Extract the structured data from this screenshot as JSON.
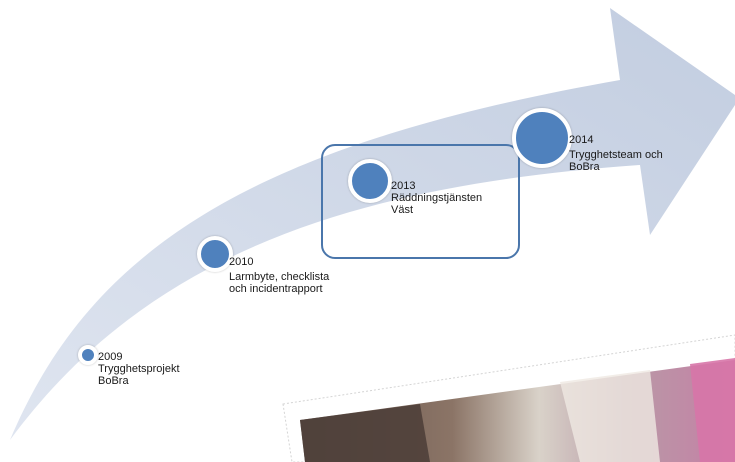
{
  "colors": {
    "arrow": "#c5d0e3",
    "milestone": "#4f81bd",
    "highlight_border": "#4a76ab"
  },
  "milestones": [
    {
      "year": "2009",
      "lines": [
        "Trygghetsprojekt",
        "BoBra"
      ]
    },
    {
      "year": "2010",
      "lines": [
        "Larmbyte, checklista",
        "och incidentrapport"
      ]
    },
    {
      "year": "2013",
      "lines": [
        "Räddningstjänsten",
        "Väst"
      ],
      "highlighted": true
    },
    {
      "year": "2014",
      "lines": [
        "Trygghetsteam och",
        "BoBra"
      ]
    }
  ],
  "icons": {
    "arrow": "timeline-arrow-icon",
    "milestone": "milestone-dot-icon",
    "photo": "photo-icon"
  }
}
